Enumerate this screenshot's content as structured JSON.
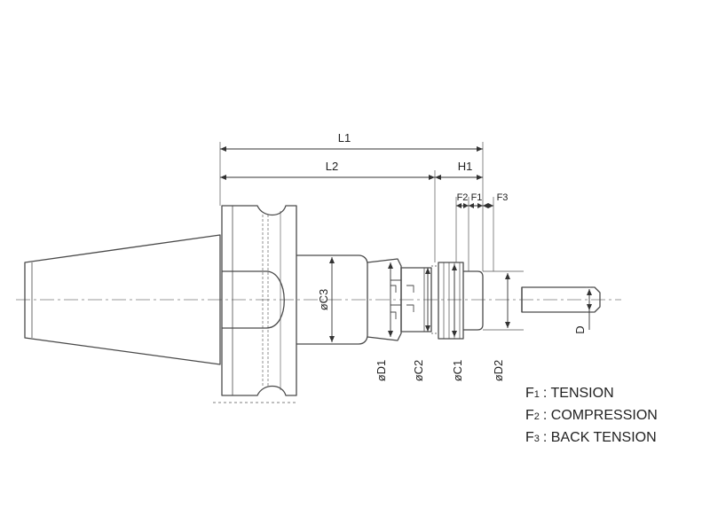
{
  "dimensions": {
    "L1": "L1",
    "L2": "L2",
    "H1": "H1",
    "F1": "F1",
    "F2": "F2",
    "F3": "F3",
    "C3": "øC3",
    "D1": "øD1",
    "C2": "øC2",
    "C1": "øC1",
    "D2": "øD2",
    "D": "D"
  },
  "legend": [
    {
      "letter": "F",
      "sub": "1",
      "text": ": TENSION"
    },
    {
      "letter": "F",
      "sub": "2",
      "text": ": COMPRESSION"
    },
    {
      "letter": "F",
      "sub": "3",
      "text": ": BACK TENSION"
    }
  ],
  "colors": {
    "line": "#4a4a4a",
    "centerline": "#777777"
  }
}
